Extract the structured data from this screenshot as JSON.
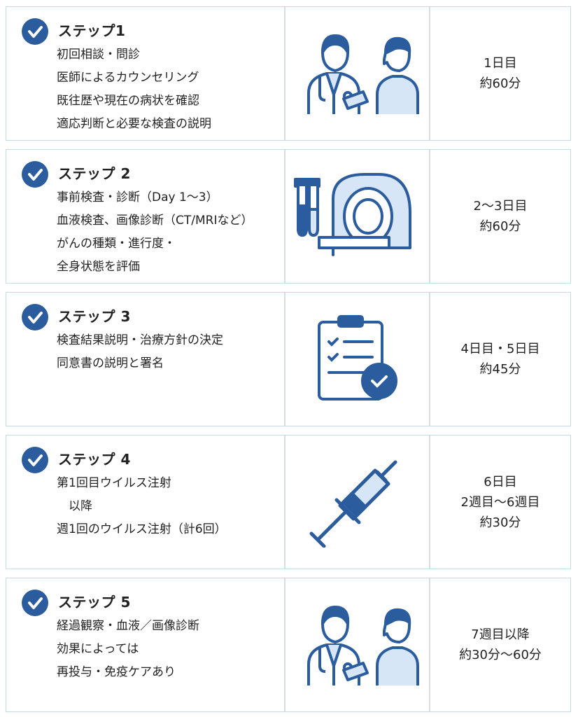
{
  "colors": {
    "accent": "#2b5c9e",
    "light": "#d6e6f7",
    "border": "#c5dbe3"
  },
  "steps": [
    {
      "title": "ステップ1",
      "lines": [
        "初回相談・問診",
        "医師によるカウンセリング",
        "既往歴や現在の病状を確認",
        "適応判断と必要な検査の説明"
      ],
      "icon": "doctor-patient-icon",
      "time": [
        "1日目",
        "約60分"
      ]
    },
    {
      "title": "ステップ 2",
      "lines": [
        "事前検査・診断（Day 1〜3）",
        "血液検査、画像診断（CT/MRIなど）",
        "がんの種類・進行度・",
        "全身状態を評価"
      ],
      "icon": "ct-scanner-icon",
      "time": [
        "2〜3日目",
        "約60分"
      ]
    },
    {
      "title": "ステップ 3",
      "lines": [
        "検査結果説明・治療方針の決定",
        "同意書の説明と署名"
      ],
      "icon": "clipboard-check-icon",
      "time": [
        "4日目・5日目",
        "約45分"
      ]
    },
    {
      "title": "ステップ 4",
      "lines": [
        "第1回目ウイルス注射",
        "　以降",
        "週1回のウイルス注射（計6回）"
      ],
      "icon": "syringe-icon",
      "time": [
        "6日目",
        "2週目〜6週目",
        "約30分"
      ]
    },
    {
      "title": "ステップ 5",
      "lines": [
        "経過観察・血液／画像診断",
        "効果によっては",
        "再投与・免疫ケアあり"
      ],
      "icon": "doctor-patient-icon",
      "time": [
        "7週目以降",
        "約30分〜60分"
      ]
    }
  ]
}
